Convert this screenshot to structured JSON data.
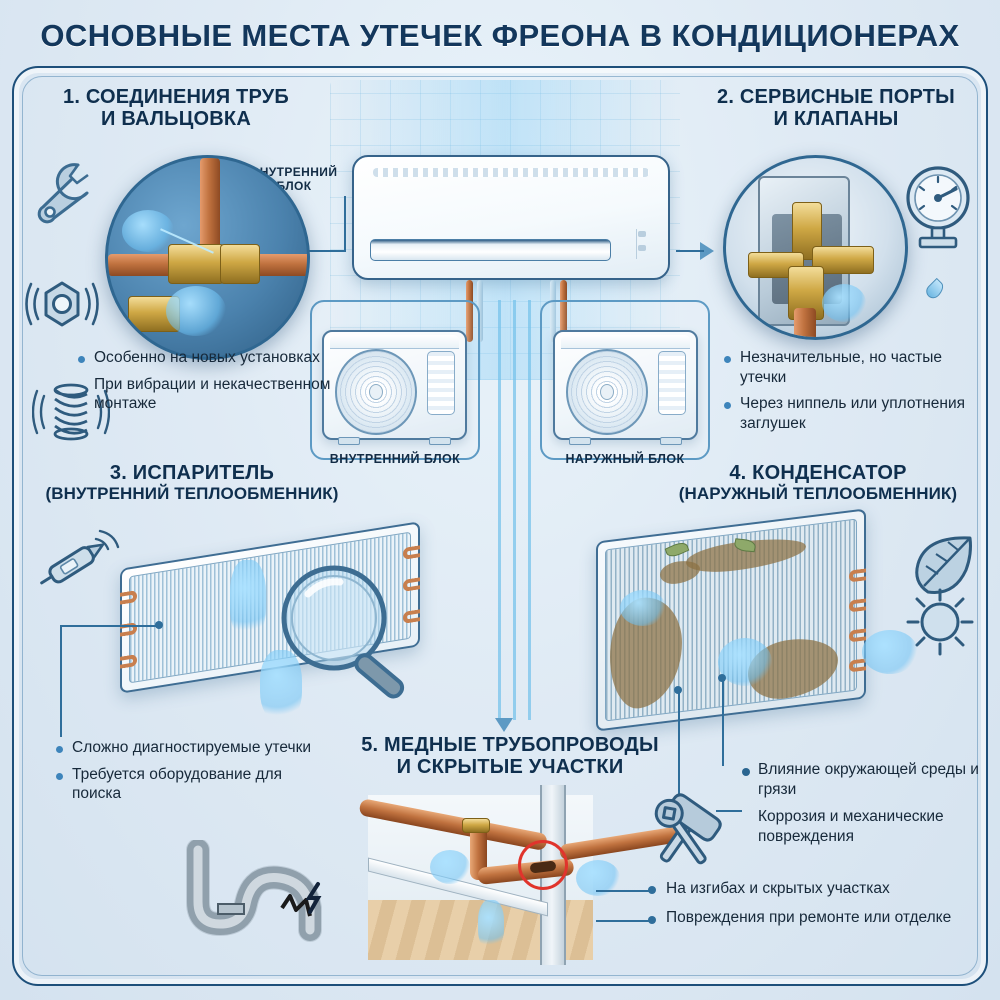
{
  "poster": {
    "title": "ОСНОВНЫЕ МЕСТА УТЕЧЕК ФРЕОНА В КОНДИЦИОНЕРАХ",
    "accent_color": "#1d4f7a",
    "bullet_color": "#3d84bb",
    "text_color": "#17293a",
    "background": "#dfeaf4"
  },
  "sections": [
    {
      "id": "pipe-joints",
      "number": "1.",
      "heading_line1": "1. СОЕДИНЕНИЯ ТРУБ",
      "heading_line2": "И ВАЛЬЦОВКА",
      "icons": [
        "wrench-icon",
        "vibrating-nut-icon",
        "spring-icon"
      ],
      "bullets": [
        "Особенно на новых установках",
        "При вибрации и некачественном монтаже"
      ]
    },
    {
      "id": "service-ports",
      "number": "2.",
      "heading_line1": "2. СЕРВИСНЫЕ ПОРТЫ",
      "heading_line2": "И КЛАПАНЫ",
      "icons": [
        "pressure-gauge-icon",
        "water-drop-icon"
      ],
      "bullets": [
        "Незначительные, но частые утечки",
        "Через ниппель или уплотнения заглушек"
      ]
    },
    {
      "id": "evaporator",
      "number": "3.",
      "heading_line1": "3. ИСПАРИТЕЛЬ",
      "heading_line2": "(ВНУТРЕННИЙ ТЕПЛООБМЕННИК)",
      "icons": [
        "leak-detector-icon",
        "magnifier-icon"
      ],
      "bullets": [
        "Сложно диагностируемые утечки",
        "Требуется оборудование для поиска"
      ]
    },
    {
      "id": "condenser",
      "number": "4.",
      "heading_line1": "4. КОНДЕНСАТОР",
      "heading_line2": "(НАРУЖНЫЙ ТЕПЛООБМЕННИК)",
      "icons": [
        "leaf-icon",
        "sun-icon"
      ],
      "bullets": [
        "Влияние окружающей среды и грязи",
        "Коррозия и механические повреждения"
      ]
    },
    {
      "id": "copper-pipelines",
      "number": "5.",
      "heading_line1": "5. МЕДНЫЕ ТРУБОПРОВОДЫ",
      "heading_line2": "И СКРЫТЫЕ УЧАСТКИ",
      "icons": [
        "hammer-icon",
        "wrench-crossed-icon",
        "cracked-pipe-icon"
      ],
      "bullets": [
        "На изгибах и скрытых участках",
        "Повреждения при ремонте или отделке"
      ]
    }
  ],
  "callouts": {
    "indoor_unit_pointer": "ВНУТРЕННИЙ БЛОК",
    "indoor_unit_caption": "ВНУТРЕННИЙ БЛОК",
    "outdoor_unit_caption": "НАРУЖНЫЙ БЛОК"
  }
}
